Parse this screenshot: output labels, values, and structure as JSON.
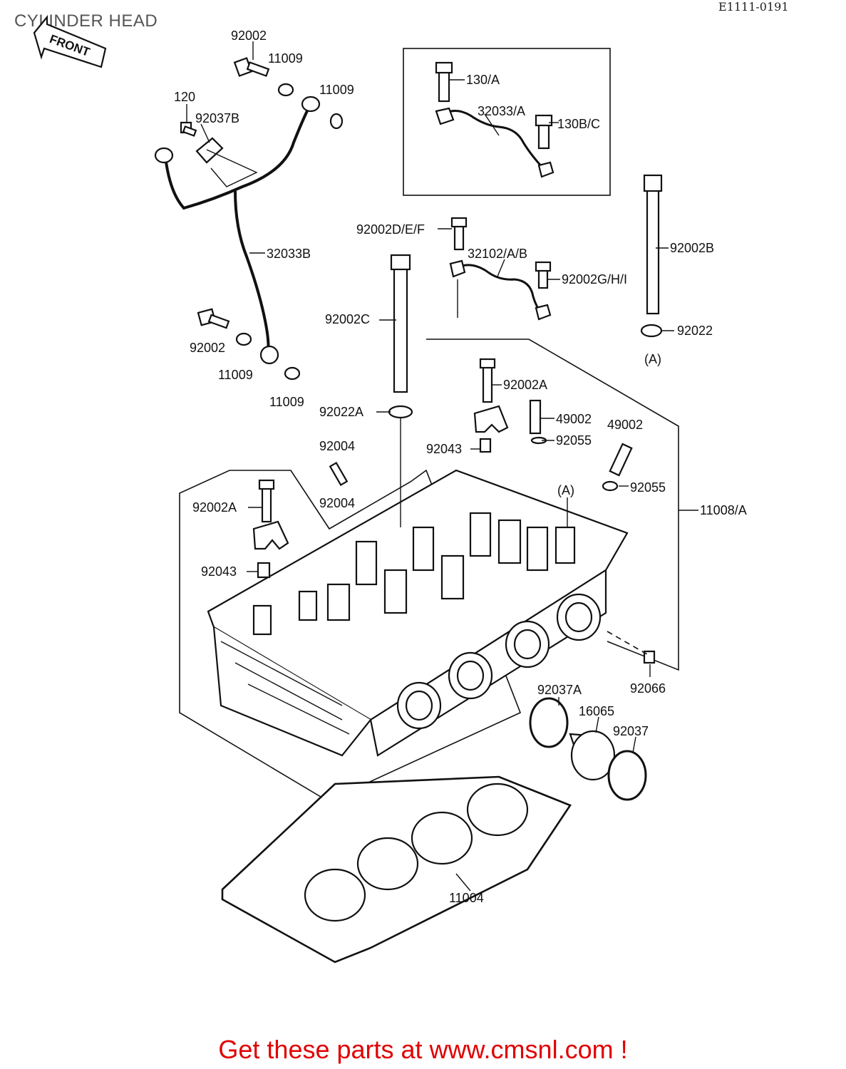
{
  "page": {
    "title": "CYLINDER HEAD",
    "diagram_code": "E1111-0191"
  },
  "front_label": "FRONT",
  "labels": {
    "p92002_top": "92002",
    "p11009_a": "11009",
    "p11009_b": "11009",
    "p120": "120",
    "p92037B": "92037B",
    "p32033B": "32033B",
    "p92002_left": "92002",
    "p11009_c": "11009",
    "p11009_d": "11009",
    "p130A": "130/A",
    "p32033A": "32033/A",
    "p130BC": "130B/C",
    "p92002DEF": "92002D/E/F",
    "p32102AB": "32102/A/B",
    "p92002GHI": "92002G/H/I",
    "p92002B": "92002B",
    "p92022": "92022",
    "pA_right": "(A)",
    "p92002C": "92002C",
    "p92002A_top": "92002A",
    "p49002_a": "49002",
    "p49002_b": "49002",
    "p92055_a": "92055",
    "p92055_b": "92055",
    "p92022A": "92022A",
    "p92043_a": "92043",
    "p92004_a": "92004",
    "p92004_b": "92004",
    "pA_head": "(A)",
    "p11008A": "11008/A",
    "p92002A_left": "92002A",
    "p92043_b": "92043",
    "p92066": "92066",
    "p92037A": "92037A",
    "p16065": "16065",
    "p92037": "92037",
    "p11004": "11004"
  },
  "footer": "Get these parts at www.cmsnl.com !"
}
